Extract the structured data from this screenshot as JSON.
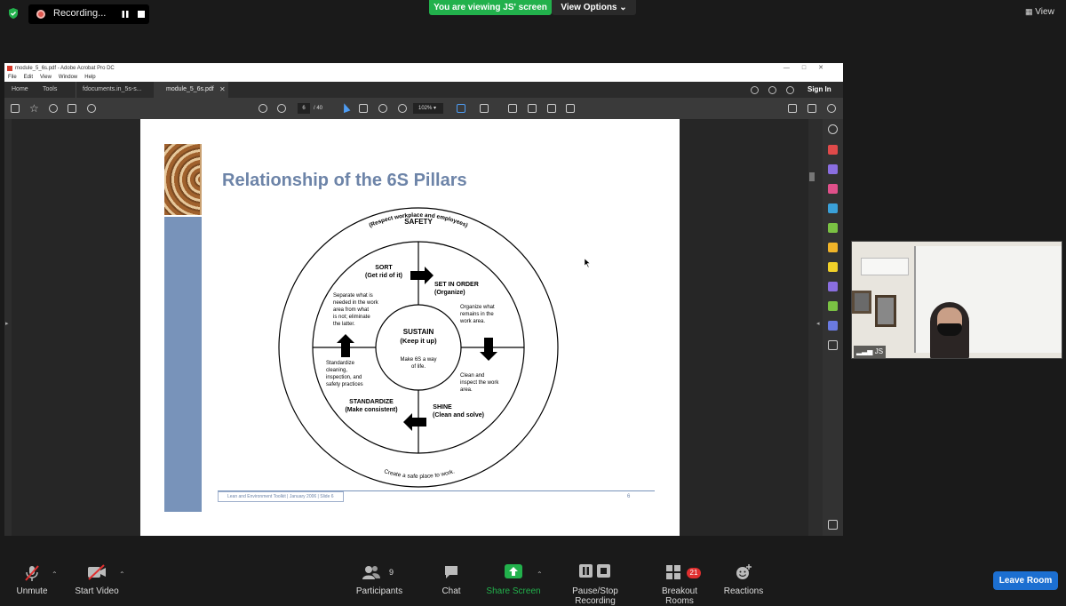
{
  "zoom_top": {
    "recording_label": "Recording...",
    "viewing_banner": "You are viewing JS' screen",
    "view_options": "View Options ⌄",
    "view_button": "View"
  },
  "acrobat": {
    "window_title": "module_5_6s.pdf - Adobe Acrobat Pro DC",
    "menu": [
      "File",
      "Edit",
      "View",
      "Window",
      "Help"
    ],
    "tabs": {
      "home": "Home",
      "tools": "Tools",
      "doc1": "fdocuments.in_5s-s...",
      "doc2": "module_5_6s.pdf"
    },
    "sign_in": "Sign In",
    "page_number": "6",
    "page_total": "/ 40",
    "zoom_level": "102%",
    "accent": "#4e9cf2"
  },
  "slide": {
    "title": "Relationship of the 6S Pillars",
    "footer": "Lean and Environment Toolkit  |  January 2006  |  Slide 6",
    "slide_number": "6",
    "diagram": {
      "outer_top": "SAFETY",
      "outer_top_sub": "(Respect workplace and employees)",
      "outer_bottom": "Create a safe place to work.",
      "center_title": "SUSTAIN",
      "center_sub": "(Keep it up)",
      "center_text": [
        "Make 6S a way",
        "of life."
      ],
      "sort_title": "SORT",
      "sort_sub": "(Get rid of it)",
      "sort_text": [
        "Separate what is",
        "needed in the work",
        "area from what",
        "is not; eliminate",
        "the latter."
      ],
      "set_title": "SET IN ORDER",
      "set_sub": "(Organize)",
      "set_text": [
        "Organize what",
        "remains in the",
        "work area."
      ],
      "shine_title": "SHINE",
      "shine_sub": "(Clean and solve)",
      "shine_text": [
        "Clean and",
        "inspect the work",
        "area."
      ],
      "std_title": "STANDARDIZE",
      "std_sub": "(Make consistent)",
      "std_text": [
        "Standardize",
        "cleaning,",
        "inspection, and",
        "safety practices"
      ]
    },
    "title_color": "#6d84a8",
    "bar_color": "#7893ba"
  },
  "camera": {
    "name": "JS"
  },
  "zoom_bottom": {
    "unmute": "Unmute",
    "start_video": "Start Video",
    "participants": "Participants",
    "participants_count": "9",
    "chat": "Chat",
    "share_screen": "Share Screen",
    "pause_recording": "Pause/Stop Recording",
    "breakout_rooms": "Breakout Rooms",
    "breakout_badge": "21",
    "reactions": "Reactions",
    "leave_room": "Leave Room",
    "share_color": "#22b14c"
  }
}
